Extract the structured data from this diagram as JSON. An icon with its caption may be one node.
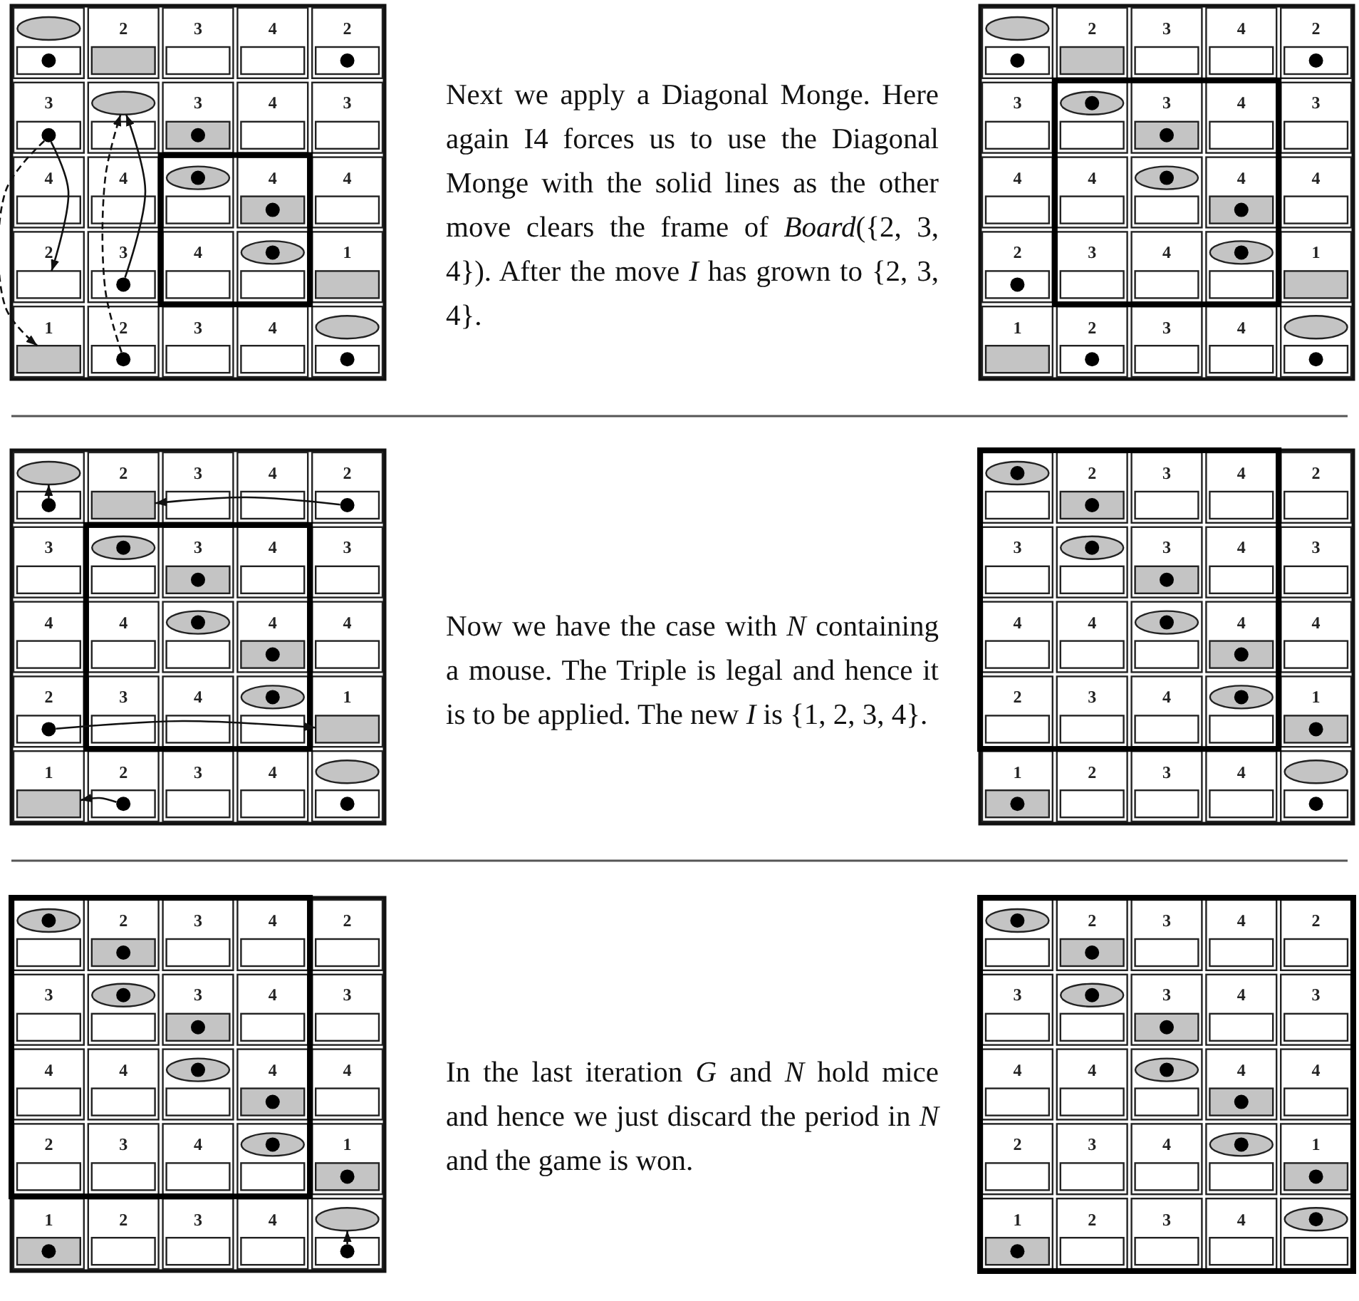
{
  "diagram": {
    "nodes": [
      {
        "text": [],
        "shape": "ellipse"
      },
      {
        "text": [],
        "shape": "circle"
      },
      {
        "text": [],
        "shape": "circle"
      },
      {
        "text": [],
        "shape": "circle"
      },
      {
        "text": [],
        "shape": "ellipse"
      },
      {
        "text": [],
        "shape": "circle"
      },
      {
        "text": [],
        "shape": "ellipse"
      },
      {
        "text": [],
        "shape": "circle",
        "in": 6
      },
      {
        "text": [],
        "shape": "circle"
      },
      {
        "text": [],
        "shape": "box"
      },
      {
        "text": [],
        "shape": "circle"
      },
      {
        "text": [],
        "shape": "ellipse"
      },
      {
        "text": [],
        "shape": "circle",
        "in": 11
      },
      {
        "text": [],
        "shape": "box"
      },
      {
        "text": [],
        "shape": "circle"
      },
      {
        "text": [],
        "shape": "ellipse"
      },
      {
        "text": [],
        "shape": "circle"
      },
      {
        "text": [],
        "shape": "ellipse"
      },
      {
        "text": [],
        "shape": "circle"
      },
      {
        "text": [],
        "shape": "circle"
      },
      {
        "text": [],
        "shape": "ellipse"
      },
      {
        "text": [],
        "shape": "circle",
        "in": 20
      },
      {
        "text": [],
        "shape": "circle"
      },
      {
        "text": [],
        "shape": "ellipse"
      },
      {
        "text": [],
        "shape": "circle",
        "in": 23
      },
      {
        "text": [],
        "shape": "circle"
      },
      {
        "text": [],
        "shape": "circle"
      },
      {
        "text": [],
        "shape": "ellipse"
      },
      {
        "text": [],
        "shape": "circle",
        "in": 27
      },
      {
        "text": [],
        "shape": "circle"
      },
      {
        "text": [],
        "shape": "ellipse"
      },
      {
        "text": [],
        "shape": "circle"
      },
      {
        "text": [],
        "shape": "ellipse"
      },
      {
        "text": [],
        "shape": "circle"
      },
      {
        "text": [],
        "shape": "box"
      },
      {
        "text": [],
        "shape": "circle"
      },
      {
        "text": [],
        "shape": "ellipse"
      },
      {
        "text": [],
        "shape": "circle",
        "in": 36
      },
      {
        "text": [],
        "shape": "circle"
      },
      {
        "text": [],
        "shape": "ellipse"
      },
      {
        "text": [],
        "shape": "circle",
        "in": 39
      },
      {
        "text": [],
        "shape": "circle"
      },
      {
        "text": [],
        "shape": "circle"
      },
      {
        "text": [],
        "shape": "ellipse"
      },
      {
        "text": [],
        "shape": "circle",
        "in": 43
      },
      {
        "text": [],
        "shape": "box"
      },
      {
        "text": [],
        "shape": "box"
      },
      {
        "text": [],
        "shape": "circle"
      },
      {
        "text": [],
        "shape": "ellipse"
      },
      {
        "text": [],
        "shape": "circle"
      },
      {
        "text": [],
        "shape": "ellipse"
      },
      {
        "text": [],
        "shape": "circle",
        "in": 50
      },
      {
        "text": [],
        "shape": "circle"
      },
      {
        "text": [],
        "shape": "ellipse"
      },
      {
        "text": [],
        "shape": "circle",
        "in": 53
      },
      {
        "text": [],
        "shape": "circle"
      },
      {
        "text": [],
        "shape": "ellipse"
      },
      {
        "text": [],
        "shape": "circle",
        "in": 56
      },
      {
        "text": [],
        "shape": "circle"
      },
      {
        "text": [],
        "shape": "ellipse"
      },
      {
        "text": [],
        "shape": "circle",
        "in": 59
      },
      {
        "text": [],
        "shape": "circle"
      },
      {
        "text": [],
        "shape": "circle"
      },
      {
        "text": [],
        "shape": "ellipse"
      },
      {
        "text": [],
        "shape": "circle"
      },
      {
        "text": [],
        "shape": "ellipse"
      },
      {
        "text": [],
        "shape": "circle",
        "in": 65
      },
      {
        "text": [],
        "shape": "circle"
      },
      {
        "text": [],
        "shape": "ellipse"
      },
      {
        "text": [],
        "shape": "circle",
        "in": 68
      },
      {
        "text": [],
        "shape": "circle"
      },
      {
        "text": [],
        "shape": "ellipse"
      },
      {
        "text": [],
        "shape": "circle",
        "in": 71
      },
      {
        "text": [],
        "shape": "circle"
      },
      {
        "text": [],
        "shape": "ellipse"
      },
      {
        "text": [],
        "shape": "circle",
        "in": 74
      },
      {
        "text": [],
        "shape": "circle"
      },
      {
        "text": [],
        "shape": "circle"
      },
      {
        "text": [],
        "shape": "ellipse"
      },
      {
        "text": [],
        "shape": "circle"
      },
      {
        "text": [],
        "shape": "ellipse"
      },
      {
        "text": [],
        "shape": "circle",
        "in": 80
      },
      {
        "text": [],
        "shape": "circle"
      },
      {
        "text": [],
        "shape": "ellipse"
      },
      {
        "text": [],
        "shape": "circle",
        "in": 83
      },
      {
        "text": [],
        "shape": "circle"
      },
      {
        "text": [],
        "shape": "ellipse"
      },
      {
        "text": [],
        "shape": "circle",
        "in": 86
      },
      {
        "text": [],
        "shape": "circle"
      },
      {
        "text": [],
        "shape": "ellipse"
      },
      {
        "text": [],
        "shape": "circle",
        "in": 89
      },
      {
        "text": [],
        "shape": "circle"
      },
      {
        "text": [],
        "shape": "circle"
      },
      {
        "text": [],
        "shape": "ellipse"
      },
      {
        "text": [],
        "shape": "circle",
        "in": 93
      }
    ],
    "edges": [
      {
        "from": 3,
        "to": 9,
        "arrow": "to"
      },
      {
        "from": 3,
        "to": 13,
        "arrow": "to",
        "style": "dashed"
      },
      {
        "from": 10,
        "to": 4,
        "arrow": "to"
      },
      {
        "from": 14,
        "to": 4,
        "arrow": "to",
        "style": "dashed"
      },
      {
        "from": 33,
        "to": 32,
        "arrow": "to"
      },
      {
        "from": 35,
        "to": 34,
        "arrow": "to"
      },
      {
        "from": 42,
        "to": 45,
        "arrow": "to"
      },
      {
        "from": 47,
        "to": 46,
        "arrow": "to"
      },
      {
        "from": 79,
        "to": 78,
        "arrow": "to"
      }
    ],
    "labels": [
      "2",
      "3",
      "4",
      "2",
      "3",
      "3",
      "4",
      "3",
      "4",
      "4",
      "4",
      "4",
      "2",
      "3",
      "4",
      "1",
      "1",
      "2",
      "3",
      "4",
      "Next we apply a Diagonal Monge. Here again I4 forces us to use the Diagonal Monge with the solid lines as the other move clears the frame of *Board*({2, 3, 4}). After the move *I* has grown to {2, 3, 4}.",
      "2",
      "3",
      "4",
      "2",
      "3",
      "3",
      "4",
      "3",
      "4",
      "4",
      "4",
      "4",
      "2",
      "3",
      "4",
      "1",
      "1",
      "2",
      "3",
      "4",
      "2",
      "3",
      "4",
      "2",
      "3",
      "3",
      "4",
      "3",
      "4",
      "4",
      "4",
      "4",
      "2",
      "3",
      "4",
      "1",
      "1",
      "2",
      "3",
      "4",
      "Now we have the case with *N* containing a mouse. The Triple is legal and hence it is to be applied. The new *I* is {1, 2, 3, 4}.",
      "2",
      "3",
      "4",
      "2",
      "3",
      "3",
      "4",
      "3",
      "4",
      "4",
      "4",
      "4",
      "2",
      "3",
      "4",
      "1",
      "1",
      "2",
      "3",
      "4",
      "2",
      "3",
      "4",
      "2",
      "3",
      "3",
      "4",
      "3",
      "4",
      "4",
      "4",
      "4",
      "2",
      "3",
      "4",
      "1",
      "1",
      "2",
      "3",
      "4",
      "In the last iteration *G* and *N* hold mice and hence we just discard the period in *N* and the game is won.",
      "2",
      "3",
      "4",
      "2",
      "3",
      "3",
      "4",
      "3",
      "4",
      "4",
      "4",
      "4",
      "2",
      "3",
      "4",
      "1",
      "1",
      "2",
      "3",
      "4"
    ]
  }
}
